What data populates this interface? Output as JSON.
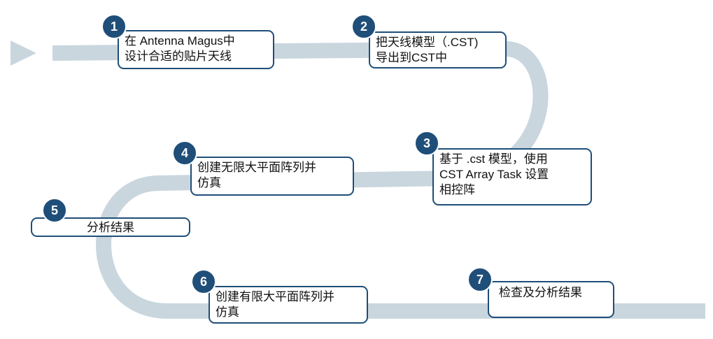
{
  "colors": {
    "road": "#c9d6de",
    "accent": "#1f4e79",
    "text": "#111111"
  },
  "road_start": "arrow-chevron-icon",
  "steps": [
    {
      "number": "1",
      "text": "在 Antenna Magus中\n设计合适的贴片天线"
    },
    {
      "number": "2",
      "text": "把天线模型（.CST)\n导出到CST中"
    },
    {
      "number": "3",
      "text": "基于 .cst 模型，使用\nCST Array Task 设置\n相控阵"
    },
    {
      "number": "4",
      "text": "创建无限大平面阵列并\n仿真"
    },
    {
      "number": "5",
      "text": "分析结果"
    },
    {
      "number": "6",
      "text": "创建有限大平面阵列并\n仿真"
    },
    {
      "number": "7",
      "text": "检查及分析结果"
    }
  ]
}
